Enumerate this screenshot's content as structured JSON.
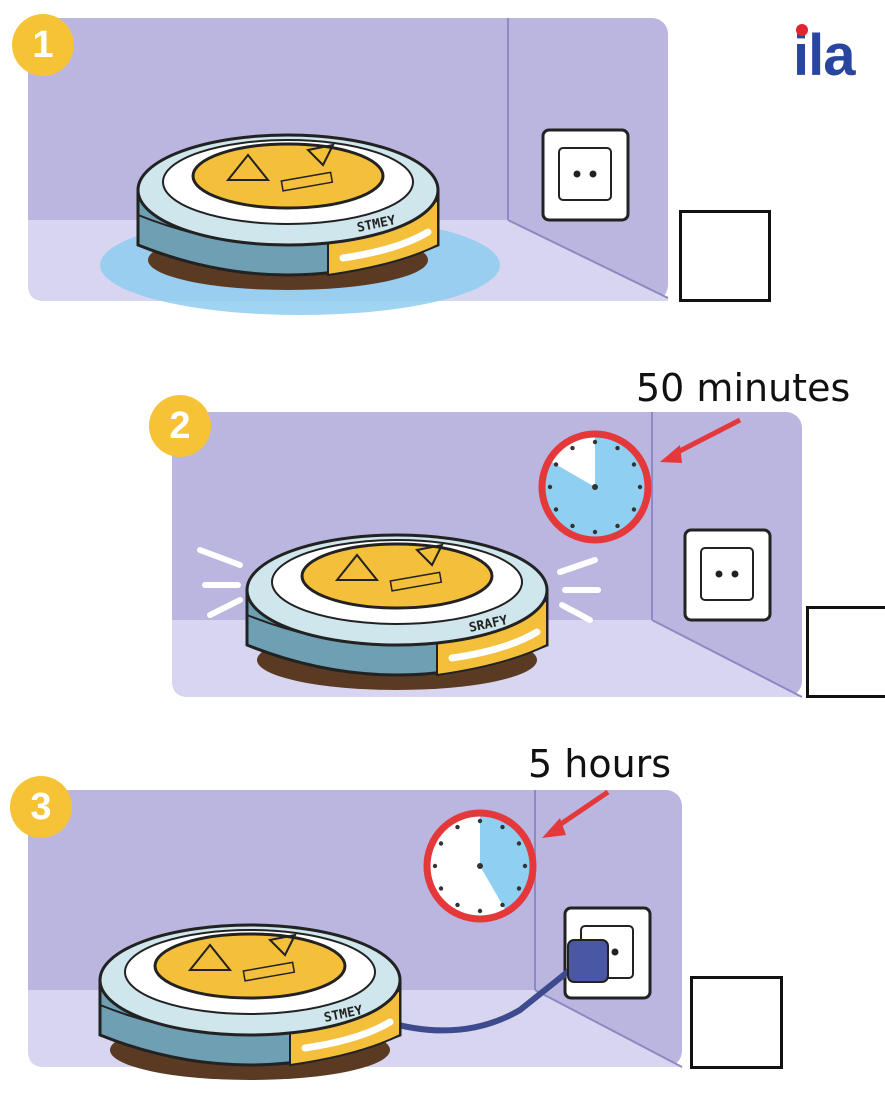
{
  "logo": {
    "text": "ila",
    "brand_color": "#2845a0",
    "dot_color": "#e52330"
  },
  "panels": [
    {
      "number": "1",
      "robot_label": "STMEY",
      "state": "wet floor puddle",
      "clock": null,
      "caption": null
    },
    {
      "number": "2",
      "robot_label": "SRAFY",
      "state": "vibrating",
      "clock": {
        "filled_minutes": 50,
        "of": 60
      },
      "caption": "50 minutes"
    },
    {
      "number": "3",
      "robot_label": "STMEY",
      "state": "plugged in charging",
      "clock": {
        "filled_hours": 5,
        "of": 12
      },
      "caption": "5 hours"
    }
  ],
  "colors": {
    "wall": "#bbb6e0",
    "floor": "#d7d5ef",
    "badge": "#f6c337",
    "clock_ring": "#e5383b",
    "clock_fill": "#8fd0f2",
    "arrow": "#e5383b"
  }
}
